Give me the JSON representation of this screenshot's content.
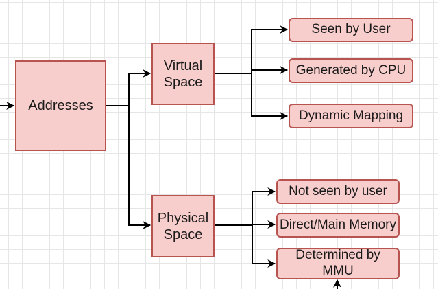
{
  "diagram": {
    "root": "Addresses",
    "virtual": {
      "label": "Virtual\nSpace",
      "children": [
        "Seen by User",
        "Generated by CPU",
        "Dynamic Mapping"
      ]
    },
    "physical": {
      "label": "Physical\nSpace",
      "children": [
        "Not seen by user",
        "Direct/Main Memory",
        "Determined by\nMMU"
      ]
    }
  },
  "colors": {
    "node_fill": "#f8cecc",
    "node_border": "#b85450",
    "connector": "#000000",
    "grid": "#e6e6e6"
  }
}
